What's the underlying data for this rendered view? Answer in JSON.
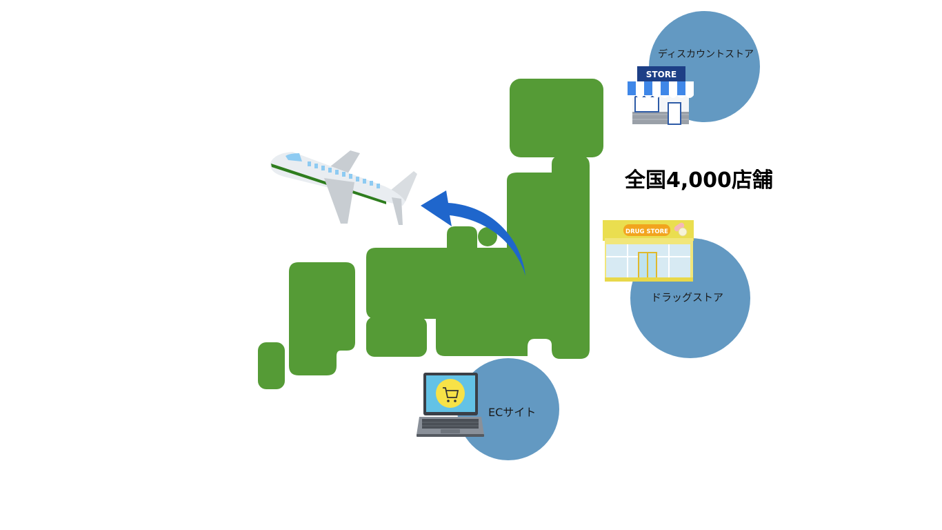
{
  "headline": "全国4,000店舗",
  "channels": {
    "discount": {
      "label": "ディスカウントストア",
      "sign": "STORE"
    },
    "drug": {
      "label": "ドラッグストア",
      "sign": "DRUG STORE"
    },
    "ec": {
      "label": "ECサイト"
    }
  },
  "colors": {
    "map": "#559b36",
    "circle": "#6399c2",
    "arrow": "#1f66cc",
    "plane_body": "#e9edf1",
    "plane_stripe": "#2e7d1e",
    "plane_window": "#8ecbf2"
  },
  "icons": [
    "airplane-icon",
    "export-arrow-icon",
    "store-icon",
    "drug-store-icon",
    "laptop-cart-icon"
  ]
}
